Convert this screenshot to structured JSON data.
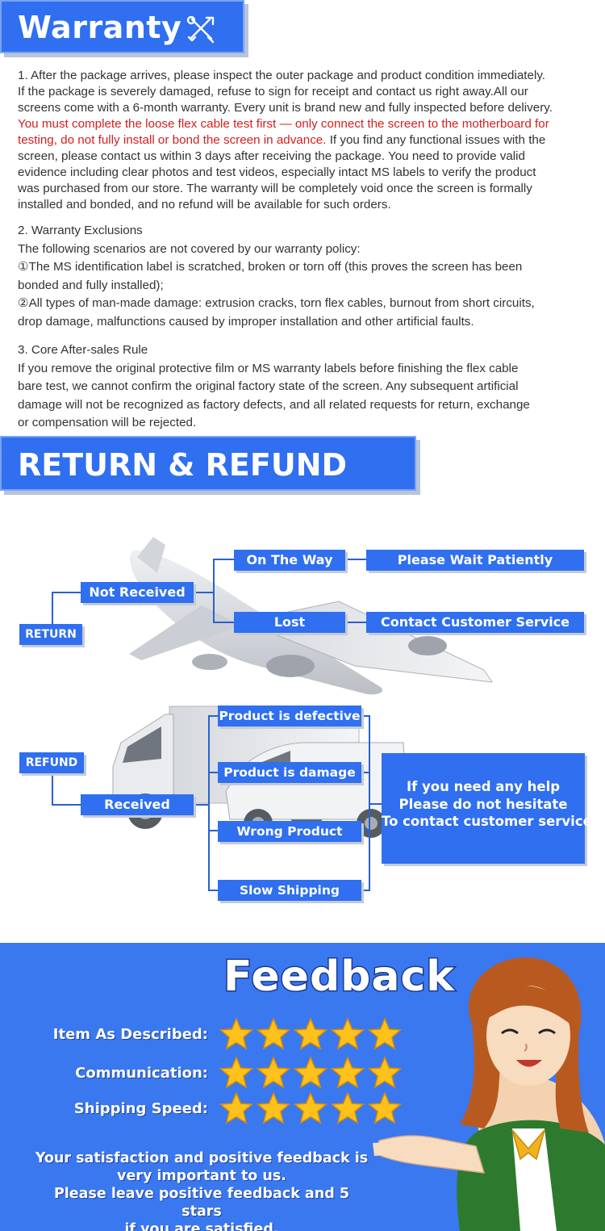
{
  "warranty": {
    "title": "Warranty",
    "p1": [
      {
        "text": "1. After the package arrives, please inspect the outer package and product condition immediately.",
        "red": false
      },
      {
        "text": "If the package is severely damaged, refuse to sign for receipt and contact us right away.All our",
        "red": false
      },
      {
        "text": "screens come with a 6-month warranty. Every unit is brand new and fully inspected before delivery.",
        "red": false
      },
      {
        "text": "You must complete the loose flex cable test first — only connect the screen to the motherboard for",
        "red": true
      }
    ],
    "p1_line5_red": "testing, do not fully install or bond the screen in advance.",
    "p1_line5_rest": " If you find any functional issues with the",
    "p1_tail": [
      "screen, please contact us within 3 days after receiving the package. You need to provide valid",
      "evidence including clear photos and test videos, especially intact MS labels to verify the product",
      "was purchased from our store. The warranty will be completely void once the screen is formally",
      "installed and bonded, and no refund will be available for such orders."
    ],
    "p2": [
      "2. Warranty Exclusions",
      "The following scenarios are not covered by our warranty policy:",
      "①The MS identification label is scratched, broken or torn off (this proves the screen has been",
      "bonded and fully installed);",
      "②All types of man-made damage: extrusion cracks, torn flex cables, burnout from short circuits,",
      "drop damage, malfunctions caused by improper installation and other artificial faults."
    ],
    "p3": [
      "3. Core After-sales Rule",
      "If you remove the original protective film or MS warranty labels before finishing the flex cable",
      "bare test, we cannot confirm the original factory state of the screen. Any subsequent artificial",
      "damage will not be recognized as factory defects, and all related requests for return, exchange",
      "or compensation will be rejected."
    ]
  },
  "refund_banner": "RETURN & REFUND",
  "flow": {
    "return_label": "RETURN",
    "not_received": "Not Received",
    "on_the_way": "On The Way",
    "please_wait": "Please Wait Patiently",
    "lost": "Lost",
    "contact_cs": "Contact Customer Service",
    "refund_label": "REFUND",
    "received": "Received",
    "defective": "Product is defective",
    "damage": "Product is damage",
    "wrong": "Wrong Product",
    "slow": "Slow Shipping",
    "help": [
      "If you need any help",
      "Please do not hesitate",
      "To contact customer service"
    ]
  },
  "feedback": {
    "title": "Feedback",
    "ratings": [
      {
        "label": "Item As Described:",
        "stars": 5
      },
      {
        "label": "Communication:",
        "stars": 5
      },
      {
        "label": "Shipping Speed:",
        "stars": 5
      }
    ],
    "message": [
      "Your satisfaction and positive feedback is",
      "very important to us.",
      "Please leave positive feedback and 5 stars",
      "if you are satisfied."
    ]
  },
  "colors": {
    "brand_blue": "#2f6ff0",
    "warning_red": "#d41e1e"
  }
}
